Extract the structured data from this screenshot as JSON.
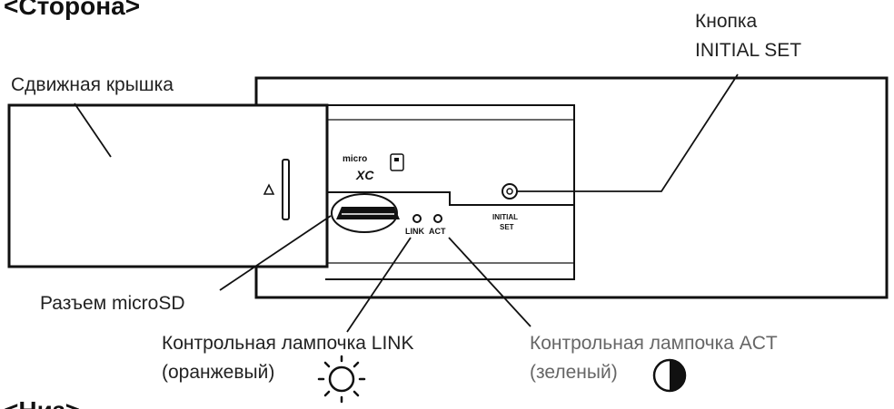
{
  "headers": {
    "top": "<Сторона>",
    "bottom": "<Низ>"
  },
  "labels": {
    "sliding_cover": "Сдвижная крышка",
    "initial_set_line1": "Кнопка",
    "initial_set_line2": "INITIAL SET",
    "microsd_slot": "Разъем microSD",
    "link_lamp_line1": "Контрольная лампочка LINK",
    "link_lamp_line2": "(оранжевый)",
    "act_lamp_line1": "Контрольная лампочка ACT",
    "act_lamp_line2": "(зеленый)"
  },
  "device_markings": {
    "link": "LINK",
    "act": "ACT",
    "initial": "INITIAL",
    "set": "SET",
    "micro": "micro",
    "xc": "XC"
  },
  "icons": {
    "link_lamp": "sun-icon",
    "act_lamp": "half-circle-icon"
  },
  "colors": {
    "line": "#111111",
    "grey_text": "#666666"
  }
}
